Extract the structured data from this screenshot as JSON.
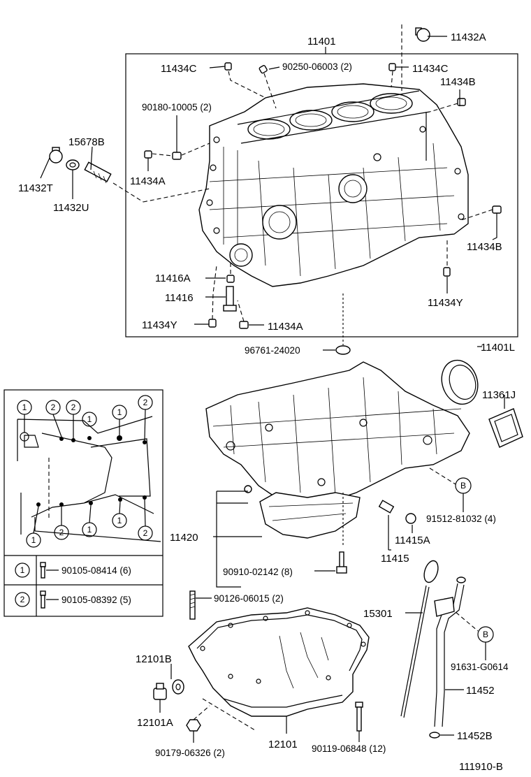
{
  "labels": {
    "p11401": "11401",
    "p11432A": "11432A",
    "p11434C_l": "11434C",
    "p90250": "90250-06003 (2)",
    "p11434C_r": "11434C",
    "p11434B_t": "11434B",
    "p90180": "90180-10005 (2)",
    "p15678B": "15678B",
    "p11432T": "11432T",
    "p11432U": "11432U",
    "p11434A_l": "11434A",
    "p11434B_r": "11434B",
    "p11416A": "11416A",
    "p11416": "11416",
    "p11434Y_r": "11434Y",
    "p11434Y_l": "11434Y",
    "p11434A_b": "11434A",
    "p96761": "96761-24020",
    "p11401L": "11401L",
    "p11361J": "11361J",
    "pB1": "B",
    "p91512": "91512-81032 (4)",
    "p11420": "11420",
    "p11415A": "11415A",
    "p11415": "11415",
    "p90910": "90910-02142 (8)",
    "p90126": "90126-06015 (2)",
    "p15301": "15301",
    "pB2": "B",
    "p91631": "91631-G0614",
    "p12101B": "12101B",
    "p11452": "11452",
    "p12101A": "12101A",
    "p11452B": "11452B",
    "p90179": "90179-06326 (2)",
    "p12101": "12101",
    "p90119": "90119-06848 (12)",
    "code": "111910-B"
  },
  "legend": {
    "row1_num": "1",
    "row1_part": "90105-08414 (6)",
    "row2_num": "2",
    "row2_part": "90105-08392 (5)",
    "marker1": "1",
    "marker2": "2"
  },
  "icons": [
    "bolt-icon",
    "washer-icon",
    "dowel-pin-icon",
    "plug-icon"
  ]
}
